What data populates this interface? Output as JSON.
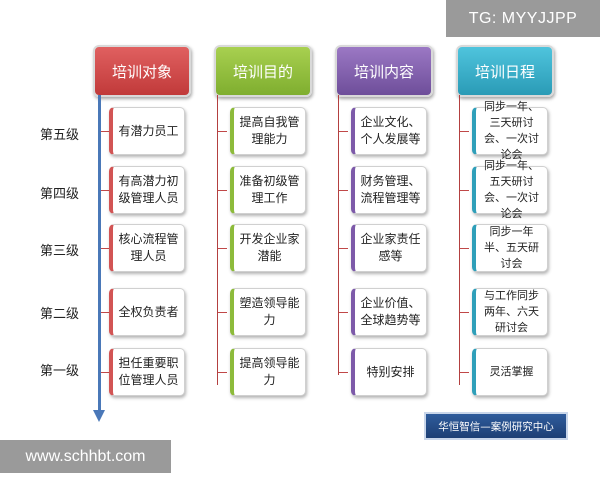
{
  "watermarks": {
    "top_right": "TG: MYYJJPP",
    "bottom_left": "www.schhbt.com"
  },
  "headers": [
    "培训对象",
    "培训目的",
    "培训内容",
    "培训日程"
  ],
  "levels": [
    "第五级",
    "第四级",
    "第三级",
    "第二级",
    "第一级"
  ],
  "columns": {
    "objects": [
      "有潜力员工",
      "有高潜力初级管理人员",
      "核心流程管理人员",
      "全权负责者",
      "担任重要职位管理人员"
    ],
    "goals": [
      "提高自我管理能力",
      "准备初级管理工作",
      "开发企业家潜能",
      "塑造领导能力",
      "提高领导能力"
    ],
    "contents": [
      "企业文化、个人发展等",
      "财务管理、流程管理等",
      "企业家责任感等",
      "企业价值、全球趋势等",
      "特别安排"
    ],
    "schedule": [
      "同步一年、三天研讨会、一次讨论会",
      "同步一年、五天研讨会、一次讨论会",
      "同步一年半、五天研讨会",
      "与工作同步两年、六天研讨会",
      "灵活掌握"
    ]
  },
  "footer": "华恒智信—案例研究中心",
  "colors": {
    "objects": "#c94646",
    "goals": "#8dbb3b",
    "contents": "#7d5aa9",
    "schedule": "#2f9fb9",
    "axis": "#4a78b8"
  }
}
